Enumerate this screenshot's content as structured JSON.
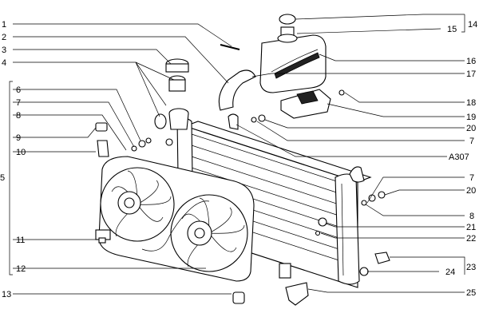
{
  "figure_code": "A307",
  "callouts_left": [
    "1",
    "2",
    "3",
    "4",
    "5",
    "6",
    "7",
    "8",
    "9",
    "10",
    "11",
    "12",
    "13"
  ],
  "callouts_right": [
    "14",
    "15",
    "16",
    "17",
    "18",
    "19",
    "20",
    "7",
    "7",
    "20",
    "8",
    "21",
    "22",
    "23",
    "24",
    "25"
  ]
}
